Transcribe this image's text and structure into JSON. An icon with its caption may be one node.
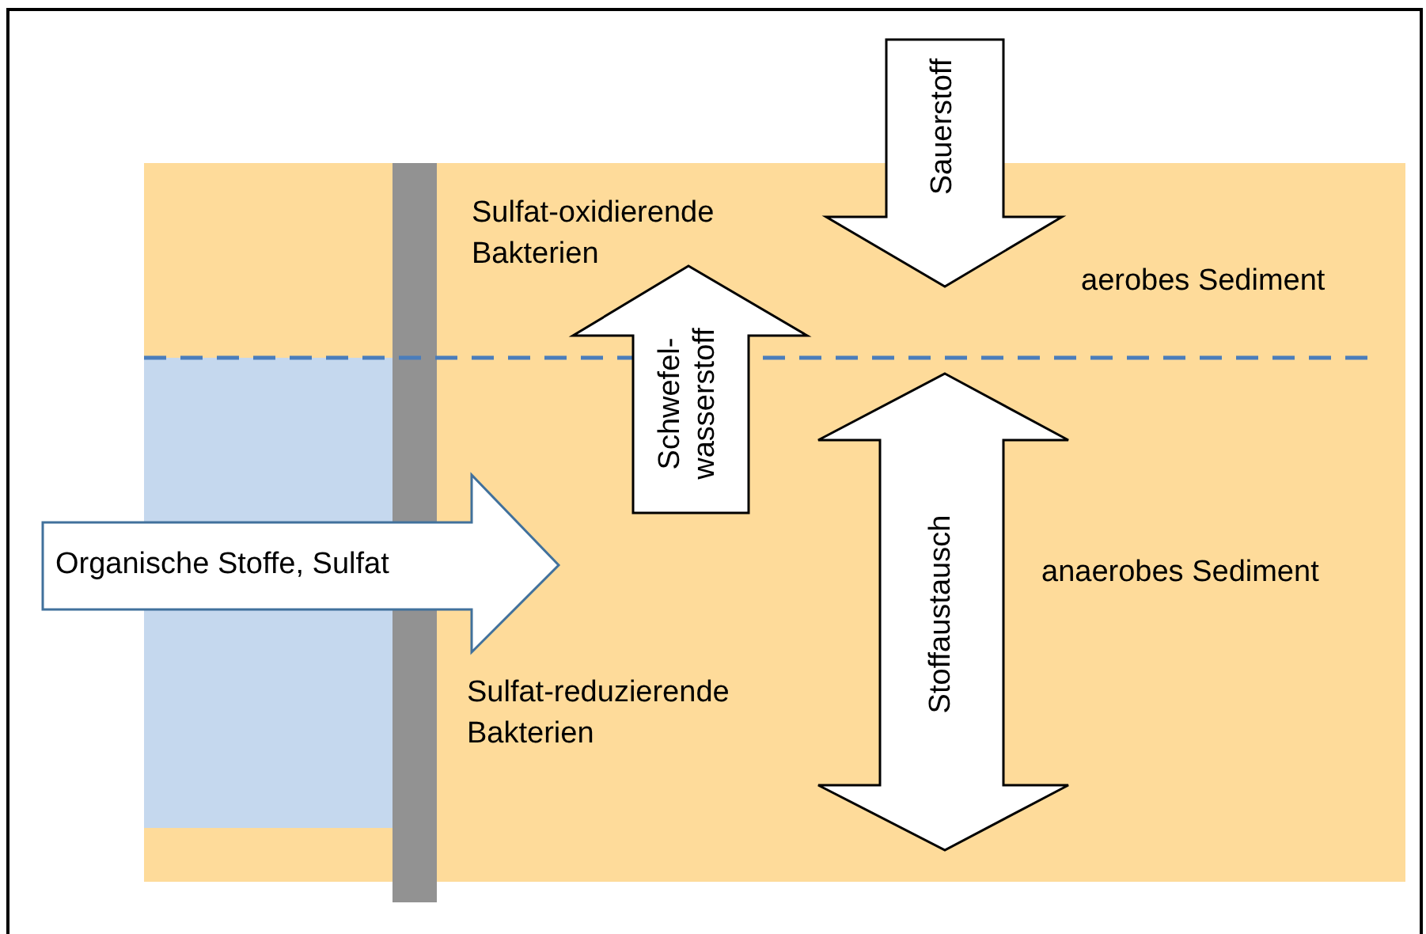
{
  "diagram": {
    "labels": [
      "Sauerstoff",
      "Sulfat-oxidierende Bakterien",
      "aerobes Sediment",
      "Schwefel- wasserstoff",
      "Organische Stoffe, Sulfat",
      "Stoffaustausch",
      "anaerobes Sediment",
      "Sulfat-reduzierende Bakterien"
    ]
  }
}
